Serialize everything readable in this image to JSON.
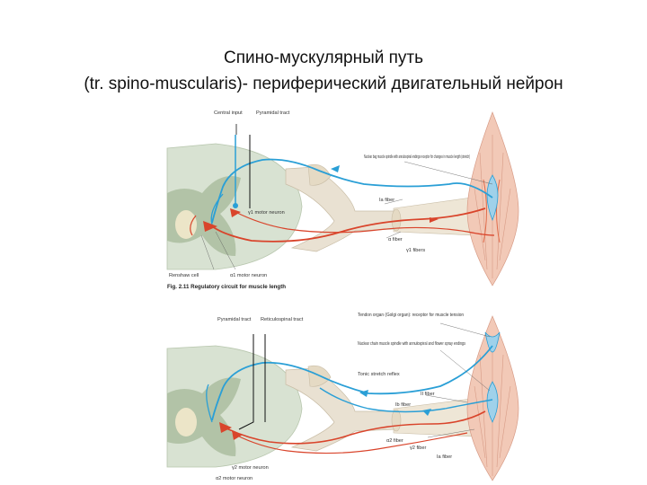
{
  "title": {
    "line1": "Спино-мускулярный путь",
    "line2": "(tr. spino-muscularis)- периферический двигательный нейрон"
  },
  "figure_top": {
    "labels": {
      "central_input": "Central input",
      "pyramidal_tract": "Pyramidal tract",
      "nuclear_bag": "Nuclear bag muscle spindle with annulospiral endings receptor for changes in muscle length (stretch)",
      "ia_fiber": "Ia fiber",
      "gamma1_motor": "γ1 motor neuron",
      "alpha_fiber": "α fiber",
      "gamma_fibers": "γ1 fibers",
      "renshaw_cell": "Renshaw cell",
      "alpha1_motor": "α1 motor neuron"
    },
    "caption": "Fig. 2.11 Regulatory circuit for muscle length"
  },
  "figure_bottom": {
    "labels": {
      "pyramidal_tract": "Pyramidal tract",
      "reticulospinal_tract": "Reticulospinal tract",
      "tendon_organ": "Tendon organ (Golgi organ): receptor for muscle tension",
      "nuclear_chain": "Nuclear chain muscle spindle with annulospiral and flower spray endings",
      "tonic_stretch": "Tonic stretch reflex",
      "ii_fiber": "II fiber",
      "ib_fiber": "Ib fiber",
      "alpha2_fiber": "α2 fiber",
      "gamma2_fiber": "γ2 fiber",
      "ia_fiber": "Ia fiber",
      "gamma2_motor": "γ2 motor neuron",
      "alpha2_motor": "α2 motor neuron"
    }
  },
  "colors": {
    "sensory": "#2a9fd6",
    "motor": "#d9442b",
    "cord": "#d8e2d2",
    "grey_matter": "#a9bb9c",
    "nerve": "#e9e1d2",
    "muscle": "#f2c9b7"
  }
}
